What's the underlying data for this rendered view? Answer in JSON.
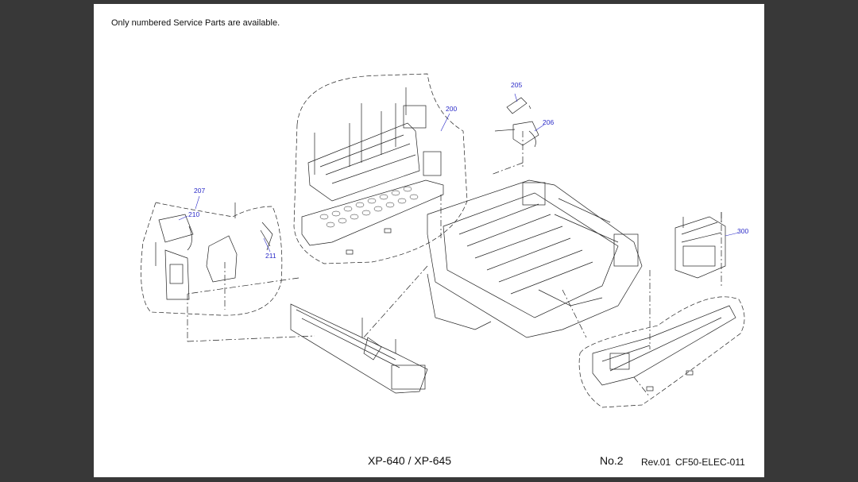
{
  "document": {
    "note": "Only numbered Service Parts are available.",
    "model": "XP-640 / XP-645",
    "page_number": "No.2",
    "revision": "Rev.01",
    "doc_code": "CF50-ELEC-011"
  },
  "callouts": {
    "c200": "200",
    "c205": "205",
    "c206": "206",
    "c207": "207",
    "c210": "210",
    "c211": "211",
    "c300": "300"
  },
  "colors": {
    "background": "#383838",
    "sheet": "#ffffff",
    "callout": "#2a2ac8",
    "line": "#222222"
  }
}
